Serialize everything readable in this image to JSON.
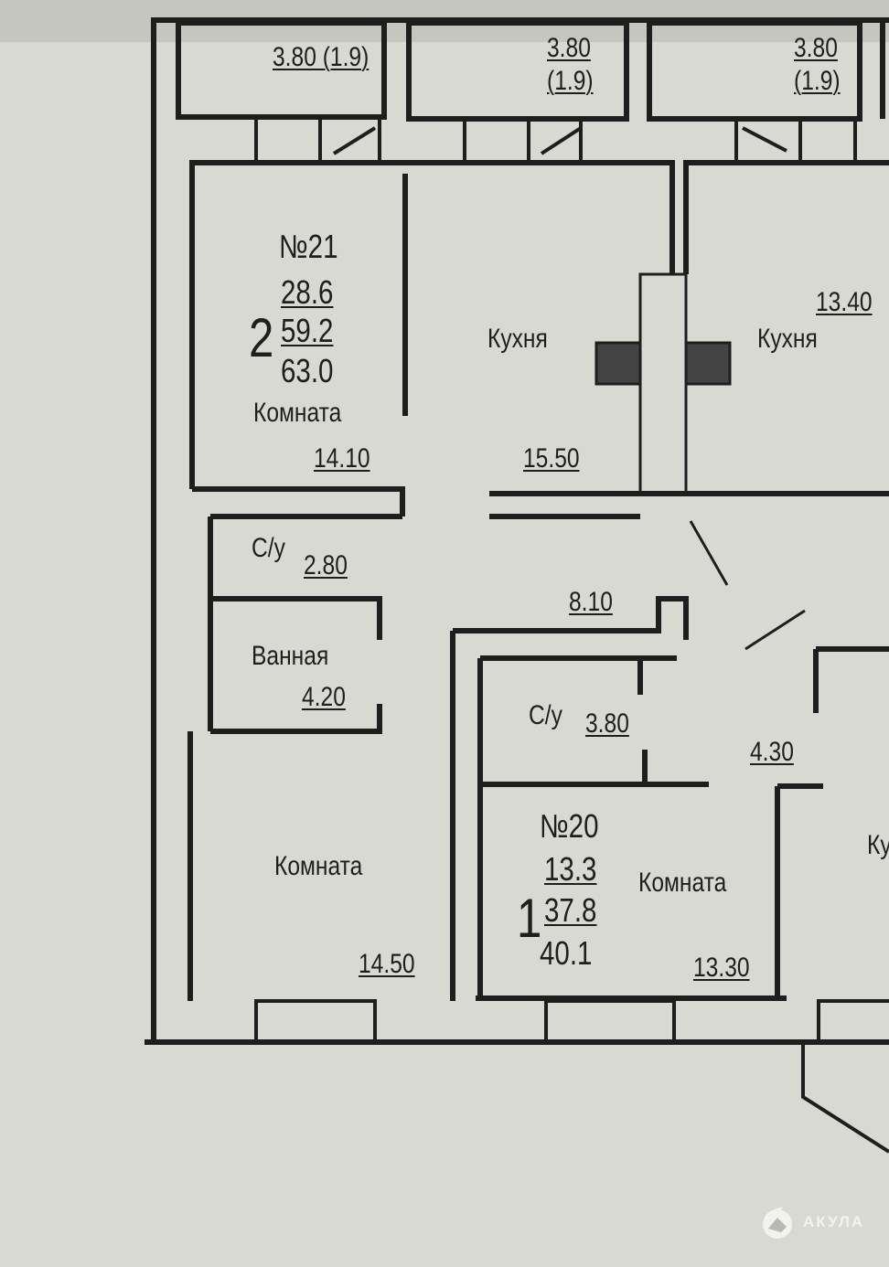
{
  "balconies": [
    {
      "area": "3.80 (1.9)"
    },
    {
      "area": "3.80",
      "sub": "(1.9)"
    },
    {
      "area": "3.80",
      "sub": "(1.9)"
    }
  ],
  "apt21": {
    "number": "№21",
    "rooms": "2",
    "living": "28.6",
    "total": "59.2",
    "total_with_balcony": "63.0",
    "room1_label": "Комната",
    "room1_area": "14.10",
    "kitchen_label": "Кухня",
    "kitchen_area": "15.50",
    "wc_label": "С/у",
    "wc_area": "2.80",
    "hall_area": "8.10",
    "bath_label": "Ванная",
    "bath_area": "4.20",
    "room2_label": "Комната",
    "room2_area": "14.50"
  },
  "apt20": {
    "number": "№20",
    "rooms": "1",
    "living": "13.3",
    "total": "37.8",
    "total_with_balcony": "40.1",
    "wc_label": "С/у",
    "wc_area": "3.80",
    "hall_area": "4.30",
    "room_label": "Комната",
    "room_area": "13.30"
  },
  "neighbor": {
    "kitchen_label": "Кухня",
    "kitchen_area": "13.40",
    "kitchen_partial": "Ку"
  },
  "watermark": {
    "brand": "АКУЛА"
  },
  "colors": {
    "wall": "#1e1e1e",
    "paper": "#d9d9d4"
  }
}
